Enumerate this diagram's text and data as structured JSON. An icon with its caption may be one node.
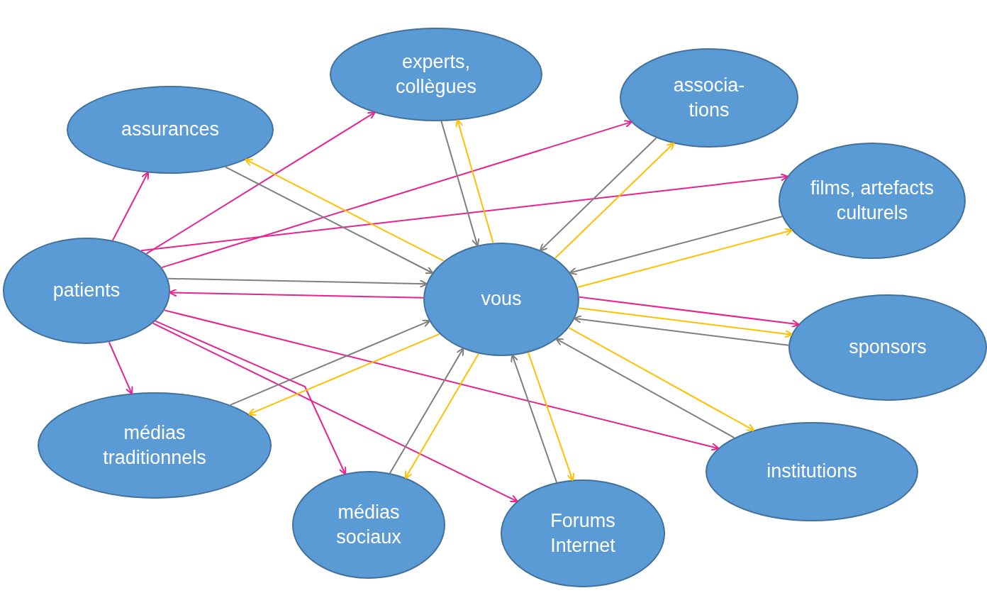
{
  "diagram": {
    "nodes": [
      {
        "text": [
          "experts, collègues"
        ]
      },
      {
        "text": [
          "associa- tions"
        ]
      },
      {
        "text": [
          "assurances"
        ]
      },
      {
        "text": [
          "films, artefacts culturels"
        ]
      },
      {
        "text": [
          "patients"
        ]
      },
      {
        "text": [
          "vous"
        ]
      },
      {
        "text": [
          "sponsors"
        ]
      },
      {
        "text": [
          "médias traditionnels"
        ]
      },
      {
        "text": [
          "médias sociaux"
        ]
      },
      {
        "text": [
          "Forums Internet"
        ]
      },
      {
        "text": [
          "institutions"
        ]
      }
    ],
    "edges": [
      {
        "from": 4,
        "to": 2,
        "arrow": "to",
        "color": "#e8228f"
      },
      {
        "from": 4,
        "to": 0,
        "arrow": "to",
        "color": "#e8228f"
      },
      {
        "from": 4,
        "to": 1,
        "arrow": "to",
        "color": "#e8228f"
      },
      {
        "from": 4,
        "to": 3,
        "arrow": "to",
        "color": "#e8228f"
      },
      {
        "from": 5,
        "to": 4,
        "arrow": "to",
        "color": "#e8228f"
      },
      {
        "from": 4,
        "to": 10,
        "arrow": "to",
        "color": "#e8228f"
      },
      {
        "from": 4,
        "to": 9,
        "arrow": "to",
        "color": "#e8228f"
      },
      {
        "from": 4,
        "to": 8,
        "arrow": "to",
        "color": "#e8228f"
      },
      {
        "from": 4,
        "to": 7,
        "arrow": "to",
        "color": "#e8228f"
      },
      {
        "from": 5,
        "to": 6,
        "arrow": "to",
        "color": "#e8228f"
      },
      {
        "from": 2,
        "to": 5,
        "arrow": "to",
        "color": "#7f7f7f"
      },
      {
        "from": 0,
        "to": 5,
        "arrow": "to",
        "color": "#7f7f7f"
      },
      {
        "from": 1,
        "to": 5,
        "arrow": "to",
        "color": "#7f7f7f"
      },
      {
        "from": 3,
        "to": 5,
        "arrow": "to",
        "color": "#7f7f7f"
      },
      {
        "from": 6,
        "to": 5,
        "arrow": "to",
        "color": "#7f7f7f"
      },
      {
        "from": 10,
        "to": 5,
        "arrow": "to",
        "color": "#7f7f7f"
      },
      {
        "from": 9,
        "to": 5,
        "arrow": "to",
        "color": "#7f7f7f"
      },
      {
        "from": 8,
        "to": 5,
        "arrow": "to",
        "color": "#7f7f7f"
      },
      {
        "from": 7,
        "to": 5,
        "arrow": "to",
        "color": "#7f7f7f"
      },
      {
        "from": 4,
        "to": 5,
        "arrow": "to",
        "color": "#7f7f7f"
      },
      {
        "from": 5,
        "to": 2,
        "arrow": "to",
        "color": "#ffc000"
      },
      {
        "from": 5,
        "to": 0,
        "arrow": "to",
        "color": "#ffc000"
      },
      {
        "from": 5,
        "to": 1,
        "arrow": "to",
        "color": "#ffc000"
      },
      {
        "from": 5,
        "to": 3,
        "arrow": "to",
        "color": "#ffc000"
      },
      {
        "from": 5,
        "to": 6,
        "arrow": "to",
        "color": "#ffc000"
      },
      {
        "from": 5,
        "to": 10,
        "arrow": "to",
        "color": "#ffc000"
      },
      {
        "from": 5,
        "to": 9,
        "arrow": "to",
        "color": "#ffc000"
      },
      {
        "from": 5,
        "to": 8,
        "arrow": "to",
        "color": "#ffc000"
      },
      {
        "from": 5,
        "to": 7,
        "arrow": "to",
        "color": "#ffc000"
      }
    ]
  }
}
